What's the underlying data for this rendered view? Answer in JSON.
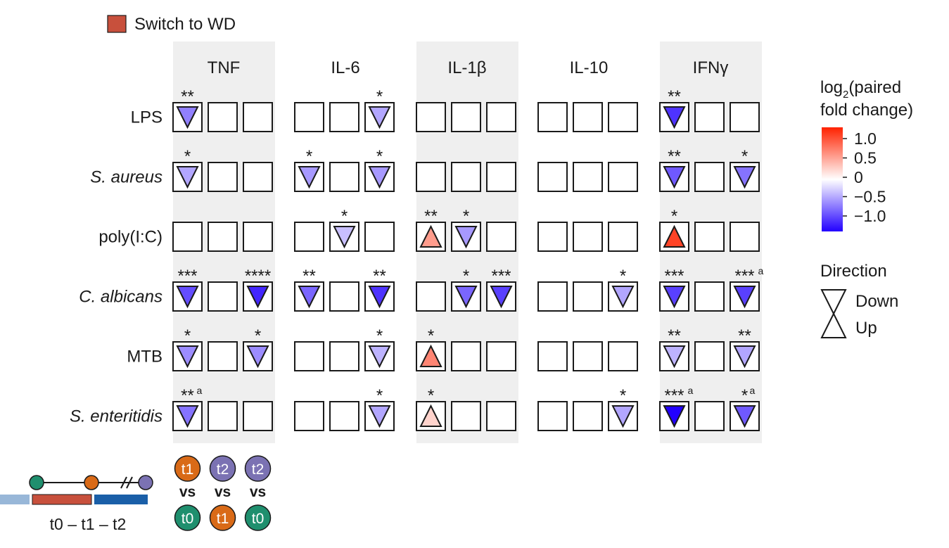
{
  "legend_top": {
    "label": "Switch to WD",
    "color": "#c8503c"
  },
  "colorbar": {
    "title_line1": "log",
    "title_sub": "2",
    "title_rest": "(paired",
    "title_line2": "fold change)",
    "ticks": [
      "1.0",
      "0.5",
      "0",
      "−0.5",
      "−1.0"
    ],
    "colors": {
      "high": "#ff2200",
      "mid": "#ffffff",
      "low": "#2200ff"
    }
  },
  "direction_legend": {
    "title": "Direction",
    "down": "Down",
    "up": "Up"
  },
  "timeline": {
    "label": "t0 – t1 – t2",
    "colors": {
      "t0": "#1f8f6e",
      "t1": "#d96a17",
      "t2": "#7b72b3",
      "bar": "#1a5fa8",
      "wd": "#c8503c"
    }
  },
  "comparisons": [
    {
      "top": "t1",
      "vs": "vs",
      "bottom": "t0"
    },
    {
      "top": "t2",
      "vs": "vs",
      "bottom": "t1"
    },
    {
      "top": "t2",
      "vs": "vs",
      "bottom": "t0"
    }
  ],
  "chart_data": {
    "type": "heatmap",
    "cytokines": [
      "TNF",
      "IL-6",
      "IL-1β",
      "IL-10",
      "IFNγ"
    ],
    "stimuli": [
      "LPS",
      "S. aureus",
      "poly(I:C)",
      "C. albicans",
      "MTB",
      "S. enteritidis"
    ],
    "comparisons": [
      "t1 vs t0",
      "t2 vs t1",
      "t2 vs t0"
    ],
    "cells": [
      [
        [
          {
            "d": "down",
            "v": -0.5,
            "s": "**",
            "a": ""
          },
          {
            "d": "",
            "v": 0,
            "s": "",
            "a": ""
          },
          {
            "d": "",
            "v": 0,
            "s": "",
            "a": ""
          }
        ],
        [
          {
            "d": "",
            "v": 0,
            "s": "",
            "a": ""
          },
          {
            "d": "",
            "v": 0,
            "s": "",
            "a": ""
          },
          {
            "d": "down",
            "v": -0.35,
            "s": "*",
            "a": ""
          }
        ],
        [
          {
            "d": "",
            "v": 0,
            "s": "",
            "a": ""
          },
          {
            "d": "",
            "v": 0,
            "s": "",
            "a": ""
          },
          {
            "d": "",
            "v": 0,
            "s": "",
            "a": ""
          }
        ],
        [
          {
            "d": "",
            "v": 0,
            "s": "",
            "a": ""
          },
          {
            "d": "",
            "v": 0,
            "s": "",
            "a": ""
          },
          {
            "d": "",
            "v": 0,
            "s": "",
            "a": ""
          }
        ],
        [
          {
            "d": "down",
            "v": -0.8,
            "s": "**",
            "a": ""
          },
          {
            "d": "",
            "v": 0,
            "s": "",
            "a": ""
          },
          {
            "d": "",
            "v": 0,
            "s": "",
            "a": ""
          }
        ]
      ],
      [
        [
          {
            "d": "down",
            "v": -0.35,
            "s": "*",
            "a": ""
          },
          {
            "d": "",
            "v": 0,
            "s": "",
            "a": ""
          },
          {
            "d": "",
            "v": 0,
            "s": "",
            "a": ""
          }
        ],
        [
          {
            "d": "down",
            "v": -0.4,
            "s": "*",
            "a": ""
          },
          {
            "d": "",
            "v": 0,
            "s": "",
            "a": ""
          },
          {
            "d": "down",
            "v": -0.4,
            "s": "*",
            "a": ""
          }
        ],
        [
          {
            "d": "",
            "v": 0,
            "s": "",
            "a": ""
          },
          {
            "d": "",
            "v": 0,
            "s": "",
            "a": ""
          },
          {
            "d": "",
            "v": 0,
            "s": "",
            "a": ""
          }
        ],
        [
          {
            "d": "",
            "v": 0,
            "s": "",
            "a": ""
          },
          {
            "d": "",
            "v": 0,
            "s": "",
            "a": ""
          },
          {
            "d": "",
            "v": 0,
            "s": "",
            "a": ""
          }
        ],
        [
          {
            "d": "down",
            "v": -0.65,
            "s": "**",
            "a": ""
          },
          {
            "d": "",
            "v": 0,
            "s": "",
            "a": ""
          },
          {
            "d": "down",
            "v": -0.55,
            "s": "*",
            "a": ""
          }
        ]
      ],
      [
        [
          {
            "d": "",
            "v": 0,
            "s": "",
            "a": ""
          },
          {
            "d": "",
            "v": 0,
            "s": "",
            "a": ""
          },
          {
            "d": "",
            "v": 0,
            "s": "",
            "a": ""
          }
        ],
        [
          {
            "d": "",
            "v": 0,
            "s": "",
            "a": ""
          },
          {
            "d": "down",
            "v": -0.25,
            "s": "*",
            "a": ""
          },
          {
            "d": "",
            "v": 0,
            "s": "",
            "a": ""
          }
        ],
        [
          {
            "d": "up",
            "v": 0.45,
            "s": "**",
            "a": ""
          },
          {
            "d": "down",
            "v": -0.4,
            "s": "*",
            "a": ""
          },
          {
            "d": "",
            "v": 0,
            "s": "",
            "a": ""
          }
        ],
        [
          {
            "d": "",
            "v": 0,
            "s": "",
            "a": ""
          },
          {
            "d": "",
            "v": 0,
            "s": "",
            "a": ""
          },
          {
            "d": "",
            "v": 0,
            "s": "",
            "a": ""
          }
        ],
        [
          {
            "d": "up",
            "v": 0.85,
            "s": "*",
            "a": ""
          },
          {
            "d": "",
            "v": 0,
            "s": "",
            "a": ""
          },
          {
            "d": "",
            "v": 0,
            "s": "",
            "a": ""
          }
        ]
      ],
      [
        [
          {
            "d": "down",
            "v": -0.7,
            "s": "***",
            "a": ""
          },
          {
            "d": "",
            "v": 0,
            "s": "",
            "a": ""
          },
          {
            "d": "down",
            "v": -0.85,
            "s": "****",
            "a": ""
          }
        ],
        [
          {
            "d": "down",
            "v": -0.6,
            "s": "**",
            "a": ""
          },
          {
            "d": "",
            "v": 0,
            "s": "",
            "a": ""
          },
          {
            "d": "down",
            "v": -0.8,
            "s": "**",
            "a": ""
          }
        ],
        [
          {
            "d": "",
            "v": 0,
            "s": "",
            "a": ""
          },
          {
            "d": "down",
            "v": -0.6,
            "s": "*",
            "a": ""
          },
          {
            "d": "down",
            "v": -0.75,
            "s": "***",
            "a": ""
          }
        ],
        [
          {
            "d": "",
            "v": 0,
            "s": "",
            "a": ""
          },
          {
            "d": "",
            "v": 0,
            "s": "",
            "a": ""
          },
          {
            "d": "down",
            "v": -0.35,
            "s": "*",
            "a": ""
          }
        ],
        [
          {
            "d": "down",
            "v": -0.75,
            "s": "***",
            "a": ""
          },
          {
            "d": "",
            "v": 0,
            "s": "",
            "a": ""
          },
          {
            "d": "down",
            "v": -0.75,
            "s": "***",
            "a": "a"
          }
        ]
      ],
      [
        [
          {
            "d": "down",
            "v": -0.45,
            "s": "*",
            "a": ""
          },
          {
            "d": "",
            "v": 0,
            "s": "",
            "a": ""
          },
          {
            "d": "down",
            "v": -0.45,
            "s": "*",
            "a": ""
          }
        ],
        [
          {
            "d": "",
            "v": 0,
            "s": "",
            "a": ""
          },
          {
            "d": "",
            "v": 0,
            "s": "",
            "a": ""
          },
          {
            "d": "down",
            "v": -0.3,
            "s": "*",
            "a": ""
          }
        ],
        [
          {
            "d": "up",
            "v": 0.55,
            "s": "*",
            "a": ""
          },
          {
            "d": "",
            "v": 0,
            "s": "",
            "a": ""
          },
          {
            "d": "",
            "v": 0,
            "s": "",
            "a": ""
          }
        ],
        [
          {
            "d": "",
            "v": 0,
            "s": "",
            "a": ""
          },
          {
            "d": "",
            "v": 0,
            "s": "",
            "a": ""
          },
          {
            "d": "",
            "v": 0,
            "s": "",
            "a": ""
          }
        ],
        [
          {
            "d": "down",
            "v": -0.3,
            "s": "**",
            "a": ""
          },
          {
            "d": "",
            "v": 0,
            "s": "",
            "a": ""
          },
          {
            "d": "down",
            "v": -0.35,
            "s": "**",
            "a": ""
          }
        ]
      ],
      [
        [
          {
            "d": "down",
            "v": -0.55,
            "s": "**",
            "a": "a"
          },
          {
            "d": "",
            "v": 0,
            "s": "",
            "a": ""
          },
          {
            "d": "",
            "v": 0,
            "s": "",
            "a": ""
          }
        ],
        [
          {
            "d": "",
            "v": 0,
            "s": "",
            "a": ""
          },
          {
            "d": "",
            "v": 0,
            "s": "",
            "a": ""
          },
          {
            "d": "down",
            "v": -0.35,
            "s": "*",
            "a": ""
          }
        ],
        [
          {
            "d": "up",
            "v": 0.2,
            "s": "*",
            "a": ""
          },
          {
            "d": "",
            "v": 0,
            "s": "",
            "a": ""
          },
          {
            "d": "",
            "v": 0,
            "s": "",
            "a": ""
          }
        ],
        [
          {
            "d": "",
            "v": 0,
            "s": "",
            "a": ""
          },
          {
            "d": "",
            "v": 0,
            "s": "",
            "a": ""
          },
          {
            "d": "down",
            "v": -0.35,
            "s": "*",
            "a": ""
          }
        ],
        [
          {
            "d": "down",
            "v": -1.0,
            "s": "***",
            "a": "a"
          },
          {
            "d": "",
            "v": 0,
            "s": "",
            "a": ""
          },
          {
            "d": "down",
            "v": -0.65,
            "s": "*",
            "a": "a"
          }
        ]
      ]
    ]
  }
}
